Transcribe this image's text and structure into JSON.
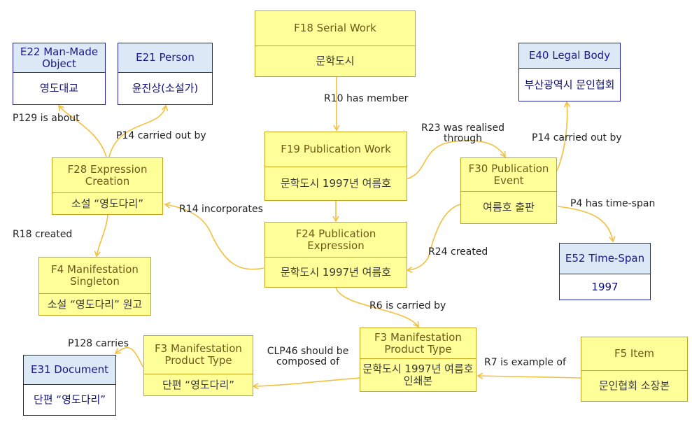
{
  "colors": {
    "edge": "#f2c03c",
    "class_border": "#c8a41a",
    "entity_border": "#1f1fa8",
    "entity_header": "#dbe8f6",
    "class_fill": "#ffff99"
  },
  "nodes": {
    "f18": {
      "title": "F18 Serial Work",
      "value": "문학도시"
    },
    "e22": {
      "title": "E22 Man-Made Object",
      "value": "영도대교"
    },
    "e21": {
      "title": "E21 Person",
      "value": "윤진상(소설가)"
    },
    "e40": {
      "title": "E40 Legal Body",
      "value": "부산광역시 문인협회"
    },
    "f19": {
      "title": "F19 Publication Work",
      "value": "문학도시 1997년 여름호"
    },
    "f28": {
      "title": "F28 Expression Creation",
      "value": "소설 “영도다리”"
    },
    "f30": {
      "title": "F30 Publication Event",
      "value": "여름호 출판"
    },
    "f24": {
      "title": "F24 Publication Expression",
      "value": "문학도시 1997년 여름호"
    },
    "f4": {
      "title": "F4 Manifestation Singleton",
      "value": "소설 “영도다리” 원고"
    },
    "e52": {
      "title": "E52 Time-Span",
      "value": "1997"
    },
    "f3a": {
      "title": "F3 Manifestation Product Type",
      "value": "문학도시 1997년 여름호 인쇄본"
    },
    "f3b": {
      "title": "F3 Manifestation Product Type",
      "value": "단편 “영도다리”"
    },
    "e31": {
      "title": "E31 Document",
      "value": "단편 “영도다리”"
    },
    "f5": {
      "title": "F5 Item",
      "value": "문인협회 소장본"
    }
  },
  "edges": {
    "r10": "R10 has member",
    "p129": "P129 is about",
    "p14a": "P14 carried out by",
    "r23": "R23 was realised through",
    "p14b": "P14 carried out by",
    "r18": "R18 created",
    "r14": "R14 incorporates",
    "p4": "P4 has time-span",
    "r24": "R24 created",
    "r6": "R6 is carried by",
    "p128": "P128 carries",
    "clp46": "CLP46 should be composed of",
    "r7": "R7 is example of"
  }
}
